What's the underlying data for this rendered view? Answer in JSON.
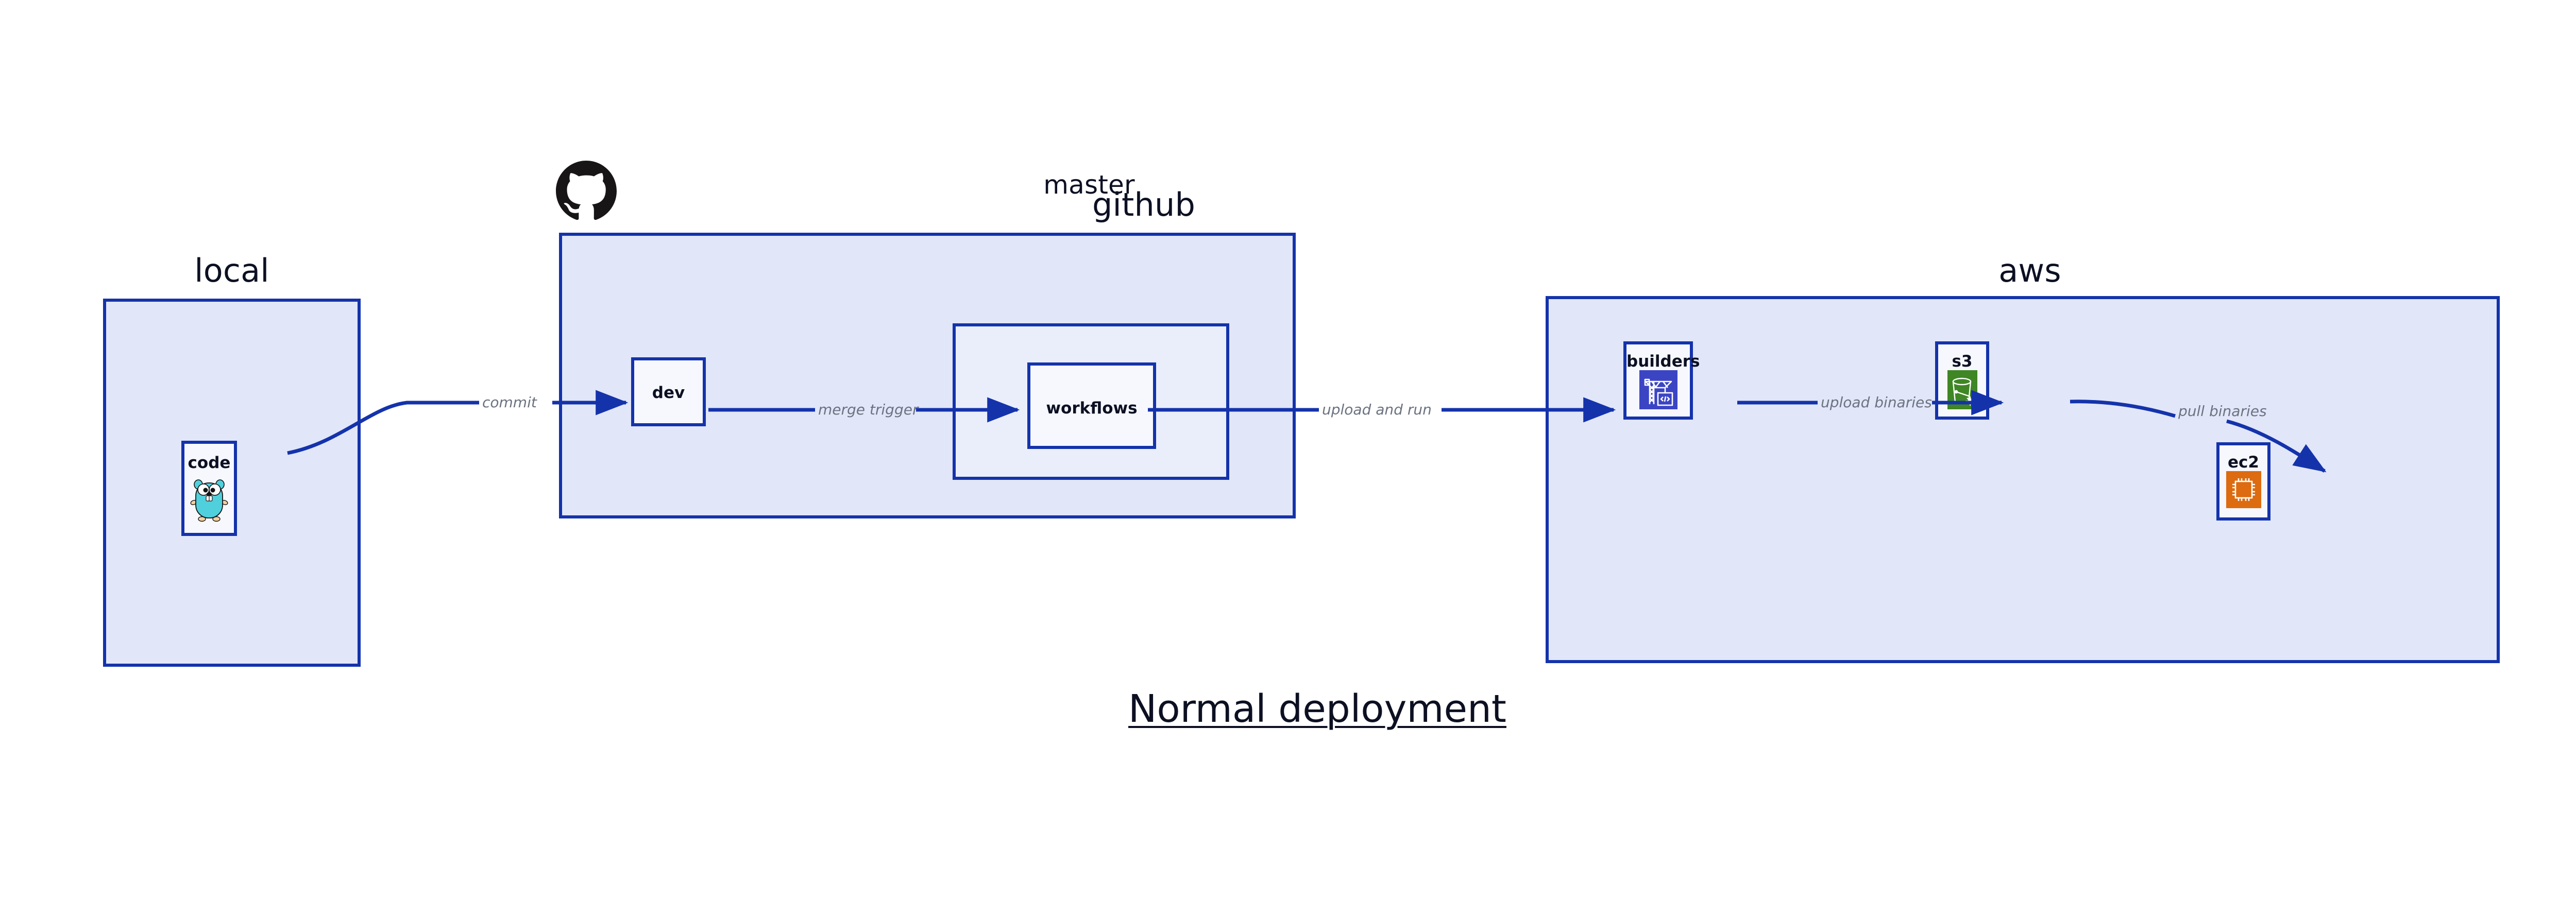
{
  "diagram": {
    "title": "Normal deployment",
    "background_color": "#ffffff",
    "accent_color": "#1433ab",
    "group_fill": "#e1e6f9",
    "node_fill": "#eaeefb",
    "inner_fill": "#f6f8fe",
    "label_color": "#6b7280",
    "text_color": "#0c1022"
  },
  "groups": {
    "local": {
      "label": "local"
    },
    "github": {
      "label": "github",
      "logo": "github-octocat-icon",
      "master": {
        "label": "master"
      }
    },
    "aws": {
      "label": "aws"
    }
  },
  "nodes": {
    "code": {
      "label": "code",
      "icon": "go-gopher-icon"
    },
    "dev": {
      "label": "dev"
    },
    "workflows": {
      "label": "workflows"
    },
    "builders": {
      "label": "builders",
      "icon": "aws-crane-code-icon",
      "icon_color": "#3b45c4"
    },
    "s3": {
      "label": "s3",
      "icon": "aws-s3-bucket-glacier-icon",
      "icon_color": "#3f8624"
    },
    "ec2": {
      "label": "ec2",
      "icon": "aws-ec2-chip-icon",
      "icon_color": "#dd6b10"
    }
  },
  "edges": [
    {
      "id": "commit",
      "label": "commit",
      "from": "code",
      "to": "dev"
    },
    {
      "id": "merge-trigger",
      "label": "merge trigger",
      "from": "dev",
      "to": "workflows"
    },
    {
      "id": "upload-and-run",
      "label": "upload and run",
      "from": "workflows",
      "to": "builders"
    },
    {
      "id": "upload-binaries",
      "label": "upload binaries",
      "from": "builders",
      "to": "s3"
    },
    {
      "id": "pull-binaries",
      "label": "pull binaries",
      "from": "s3",
      "to": "ec2"
    }
  ]
}
